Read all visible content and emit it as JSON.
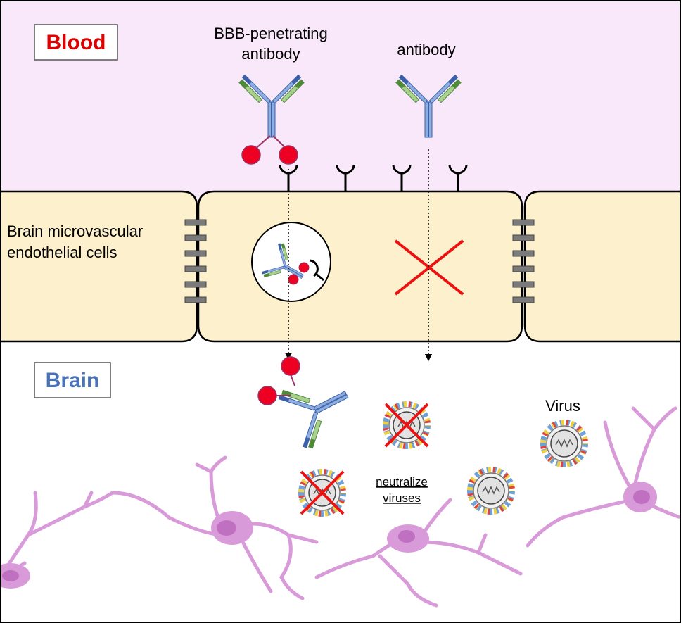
{
  "labels": {
    "blood": "Blood",
    "brain": "Brain",
    "bbb_antibody": [
      "BBB-penetrating",
      "antibody"
    ],
    "antibody": "antibody",
    "endothelial": [
      "Brain microvascular",
      "endothelial cells"
    ],
    "virus": "Virus",
    "neutralize": [
      "neutralize",
      "viruses"
    ]
  },
  "colors": {
    "blood_region": "#f9e8f9",
    "cell_fill": "#fdf0cc",
    "brain_region": "#ffffff",
    "blood_text": "#e00000",
    "brain_text": "#4a72b8",
    "antibody_heavy": "#8eaee0",
    "antibody_heavy_dark": "#3b5fa8",
    "antibody_light": "#a9d18e",
    "antibody_light_dark": "#4f8a3a",
    "ligand": "#ee0022",
    "cross": "#ee1111",
    "neuron": "#d89ad8",
    "neuron_nucleus": "#c070c0",
    "junction": "#707070"
  },
  "icons": [
    "antibody-icon",
    "receptor-icon",
    "tight-junction-icon",
    "vesicle-icon",
    "virus-icon",
    "neuron-icon",
    "cross-icon",
    "arrow-icon"
  ]
}
